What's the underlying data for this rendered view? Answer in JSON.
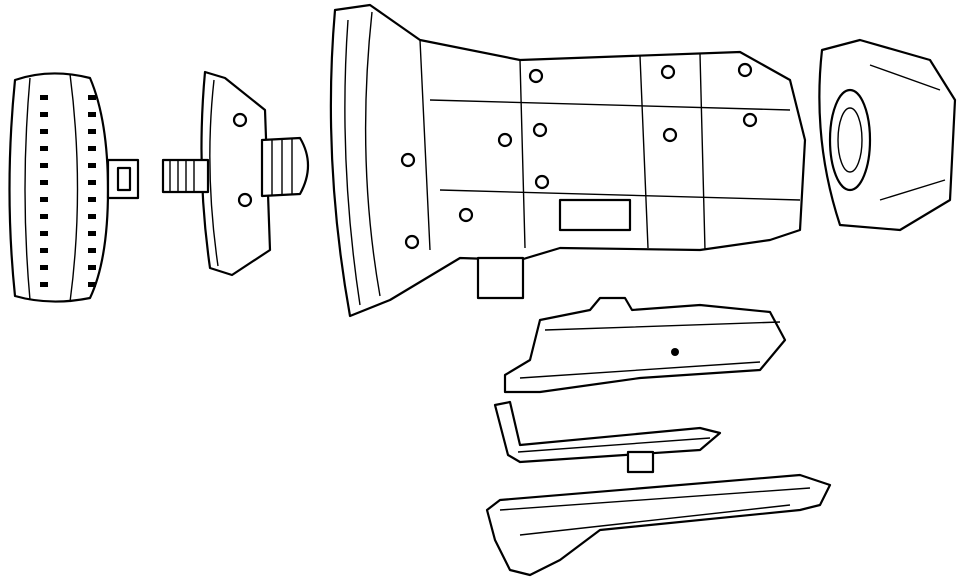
{
  "illustration": {
    "components": [
      "torque-converter",
      "front-pump-clutch-assembly",
      "transmission-case",
      "extension-housing",
      "valve-body",
      "oil-filter",
      "oil-pan"
    ],
    "colors": {
      "line": "#000000",
      "background": "#ffffff"
    }
  }
}
